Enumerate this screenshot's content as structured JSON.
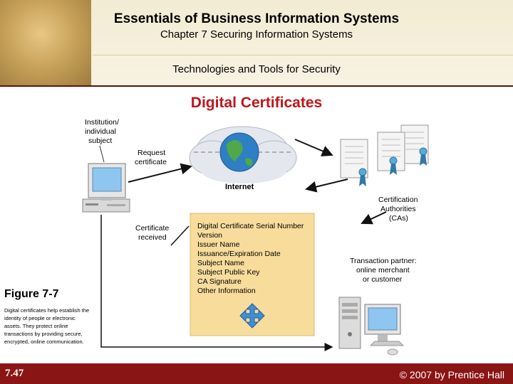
{
  "header": {
    "title": "Essentials of Business Information Systems",
    "chapter": "Chapter 7 Securing Information Systems",
    "section": "Technologies and Tools for Security"
  },
  "slide_title": "Digital Certificates",
  "diagram": {
    "subject_label": [
      "Institution/",
      "individual",
      "subject"
    ],
    "request_label": [
      "Request",
      "certificate"
    ],
    "internet_label": "Internet",
    "ca_label": [
      "Certification",
      "Authorities",
      "(CAs)"
    ],
    "received_label": [
      "Certificate",
      "received"
    ],
    "certificate_fields": [
      "Digital Certificate Serial Number",
      "Version",
      "Issuer Name",
      "Issuance/Expiration Date",
      "Subject Name",
      "Subject Public Key",
      "CA Signature",
      "Other Information"
    ],
    "partner_label": [
      "Transaction partner:",
      "online merchant",
      "or customer"
    ]
  },
  "figure": {
    "label": "Figure 7-7",
    "caption": "Digital certificates help establish the identity of people or electronic assets. They protect online transactions by providing secure, encrypted, online communication."
  },
  "footer": {
    "slide_number": "7.47",
    "copyright": "© 2007 by Prentice Hall"
  },
  "colors": {
    "title_red": "#c0151b",
    "footer_bg": "#8a1515",
    "certificate_box": "#f7dc9c"
  }
}
